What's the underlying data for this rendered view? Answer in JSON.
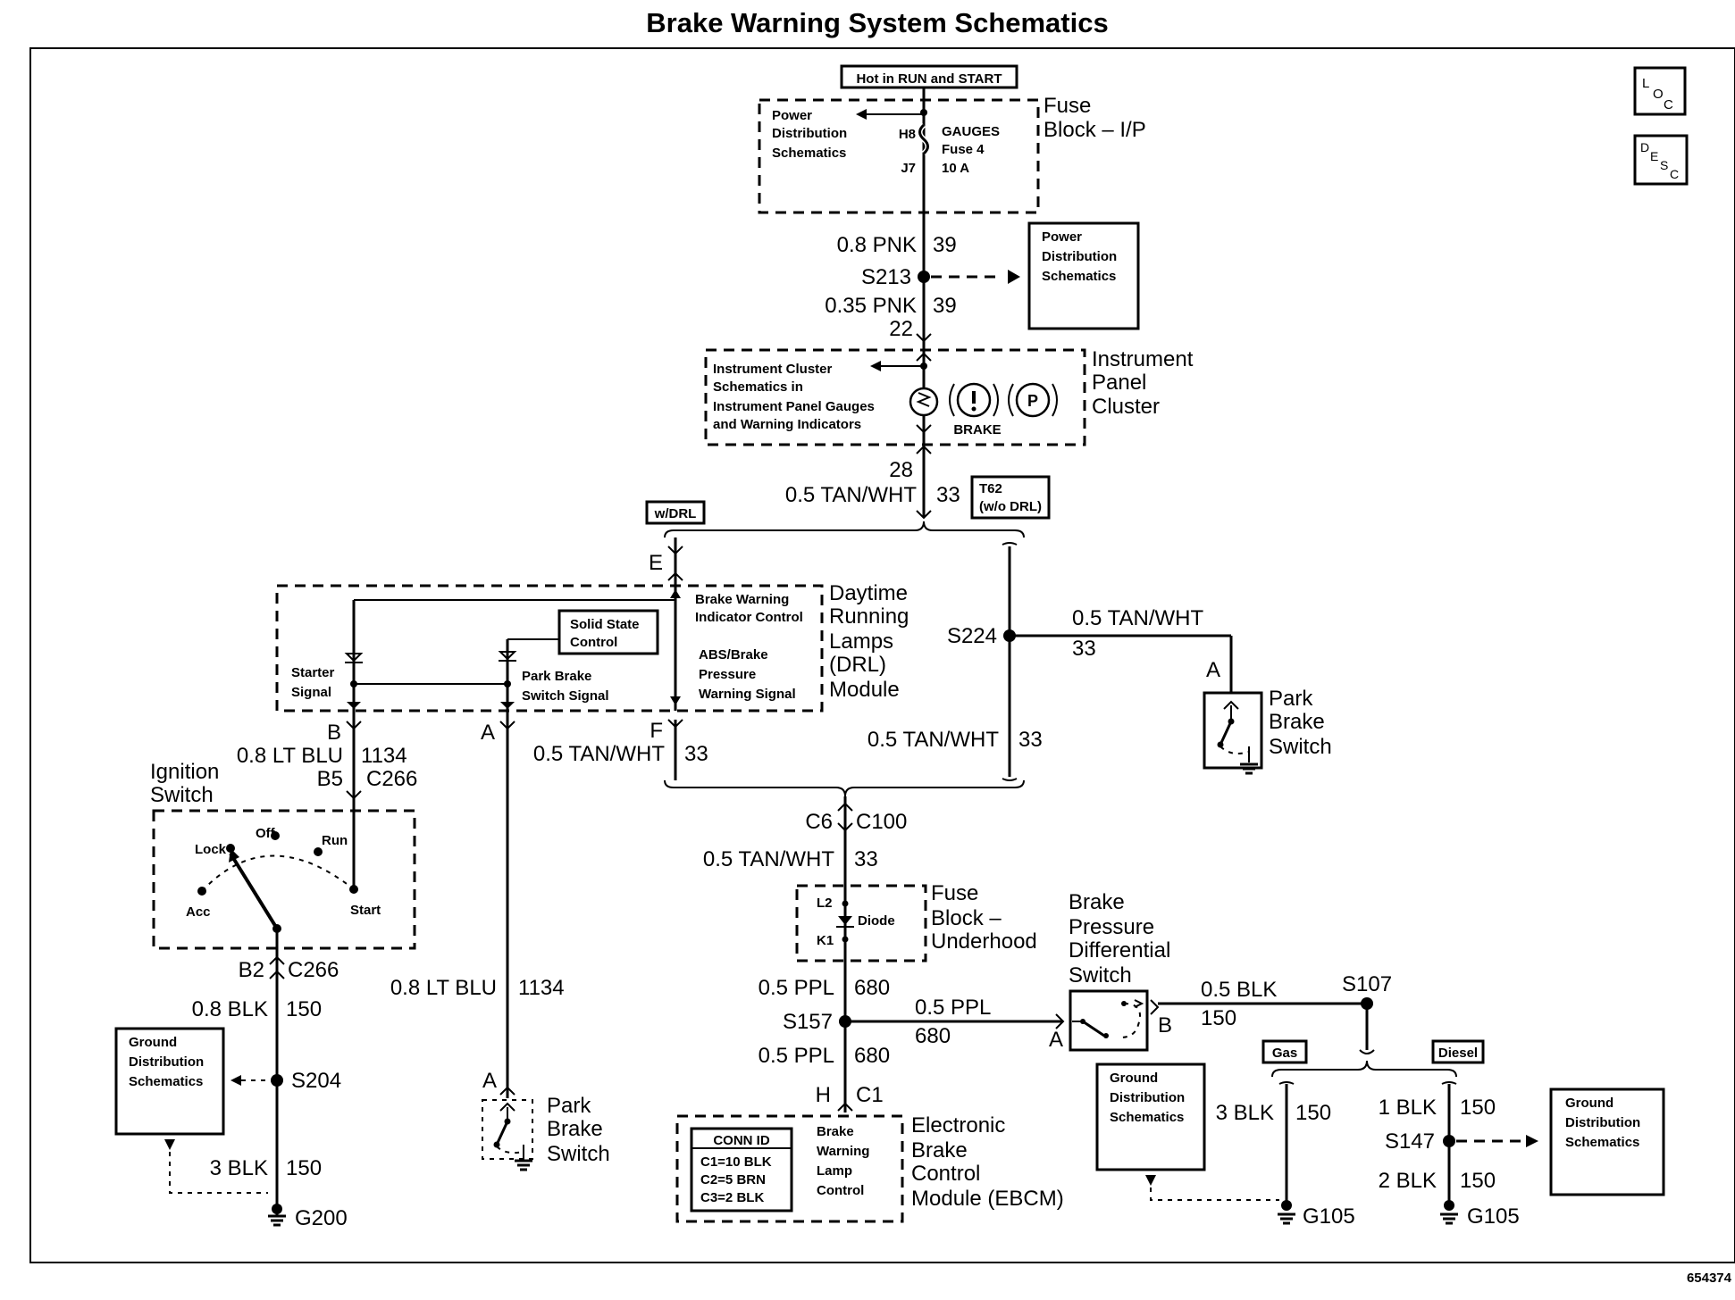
{
  "title": "Brake Warning System Schematics",
  "fig_number": "654374",
  "loc_icon": "LOC",
  "desc_icon": "DESC",
  "hot": "Hot in RUN and START",
  "fuse_ip": {
    "block_line1": "Fuse",
    "block_line2": "Block – I/P",
    "pds": [
      "Power",
      "Distribution",
      "Schematics"
    ],
    "fuse_lines": [
      "GAUGES",
      "Fuse 4",
      "10 A"
    ],
    "pin_in": "H8",
    "pin_out": "J7"
  },
  "wire_pnk_top": {
    "gauge": "0.8 PNK",
    "circuit": "39"
  },
  "splice_s213": "S213",
  "pds_right": [
    "Power",
    "Distribution",
    "Schematics"
  ],
  "wire_pnk_bottom": {
    "gauge": "0.35 PNK",
    "circuit": "39"
  },
  "pin_22": "22",
  "ipc": {
    "label_lines": [
      "Instrument",
      "Panel",
      "Cluster"
    ],
    "schem_lines": [
      "Instrument Cluster",
      "Schematics in",
      "Instrument Panel Gauges",
      "and Warning  Indicators"
    ],
    "brake": "BRAKE",
    "pin_28": "28"
  },
  "wire_tan_cluster": {
    "gauge": "0.5 TAN/WHT",
    "circuit": "33"
  },
  "t62": [
    "T62",
    "(w/o DRL)"
  ],
  "wdrl": "w/DRL",
  "pin_e": "E",
  "drl": {
    "label_lines": [
      "Daytime",
      "Running",
      "Lamps",
      "(DRL)",
      "Module"
    ],
    "bwic": [
      "Brake Warning",
      "Indicator Control"
    ],
    "abs": [
      "ABS/Brake",
      "Pressure",
      "Warning Signal"
    ],
    "ssc": [
      "Solid State",
      "Control"
    ],
    "starter": [
      "Starter",
      "Signal"
    ],
    "pbss": [
      "Park Brake",
      "Switch Signal"
    ]
  },
  "pin_b": "B",
  "pin_a_drl": "A",
  "pin_f": "F",
  "wire_ltblu_upper": {
    "gauge": "0.8 LT BLU",
    "circuit": "1134"
  },
  "conn_b5": "B5",
  "conn_c266_top": "C266",
  "ign_label": [
    "Ignition",
    "Switch"
  ],
  "ign_positions": {
    "lock": "Lock",
    "off": "Off",
    "run": "Run",
    "acc": "Acc",
    "start": "Start"
  },
  "conn_b2": "B2",
  "conn_c266_bottom": "C266",
  "wire_blk_ign": {
    "gauge": "0.8 BLK",
    "circuit": "150"
  },
  "gds_left": [
    "Ground",
    "Distribution",
    "Schematics"
  ],
  "splice_s204": "S204",
  "wire_blk_g200": {
    "gauge": "3 BLK",
    "circuit": "150"
  },
  "ground_g200": "G200",
  "wire_ltblu_lower": {
    "gauge": "0.8 LT BLU",
    "circuit": "1134"
  },
  "pin_a_pbs_left": "A",
  "pbs_left_label": [
    "Park",
    "Brake",
    "Switch"
  ],
  "wire_tan_drl_f": {
    "gauge": "0.5 TAN/WHT",
    "circuit": "33"
  },
  "splice_s224": "S224",
  "wire_tan_s224_branch": {
    "gauge": "0.5 TAN/WHT",
    "circuit": "33"
  },
  "pin_a_pbs_right": "A",
  "pbs_right_label": [
    "Park",
    "Brake",
    "Switch"
  ],
  "wire_tan_s224_down": {
    "gauge": "0.5 TAN/WHT",
    "circuit": "33"
  },
  "conn_c6": "C6",
  "conn_c100": "C100",
  "wire_tan_c100": {
    "gauge": "0.5 TAN/WHT",
    "circuit": "33"
  },
  "fuse_uh": {
    "label_lines": [
      "Fuse",
      "Block –",
      "Underhood"
    ],
    "l2": "L2",
    "diode": "Diode",
    "k1": "K1"
  },
  "wire_ppl_top": {
    "gauge": "0.5 PPL",
    "circuit": "680"
  },
  "splice_s157": "S157",
  "wire_ppl_right": {
    "gauge": "0.5 PPL",
    "circuit": "680"
  },
  "wire_ppl_bottom": {
    "gauge": "0.5 PPL",
    "circuit": "680"
  },
  "bpds_label": [
    "Brake",
    "Pressure",
    "Differential",
    "Switch"
  ],
  "pin_a_bpds": "A",
  "pin_b_bpds": "B",
  "wire_blk_bpds": {
    "gauge": "0.5 BLK",
    "circuit": "150"
  },
  "splice_s107": "S107",
  "gas": "Gas",
  "diesel": "Diesel",
  "conn_h": "H",
  "conn_c1": "C1",
  "ebcm": {
    "label_lines": [
      "Electronic",
      "Brake",
      "Control",
      "Module (EBCM)"
    ],
    "bwlc": [
      "Brake",
      "Warning",
      "Lamp",
      "Control"
    ],
    "conn_id_title": "CONN ID",
    "conn_id_rows": [
      "C1=10 BLK",
      "C2=5 BRN",
      "C3=2 BLK"
    ]
  },
  "gds_mid": [
    "Ground",
    "Distribution",
    "Schematics"
  ],
  "wire_blk_gas": {
    "gauge": "3 BLK",
    "circuit": "150"
  },
  "ground_g105_gas": "G105",
  "wire_blk_diesel_top": {
    "gauge": "1 BLK",
    "circuit": "150"
  },
  "splice_s147": "S147",
  "wire_blk_diesel_bottom": {
    "gauge": "2 BLK",
    "circuit": "150"
  },
  "ground_g105_diesel": "G105",
  "gds_right": [
    "Ground",
    "Distribution",
    "Schematics"
  ]
}
